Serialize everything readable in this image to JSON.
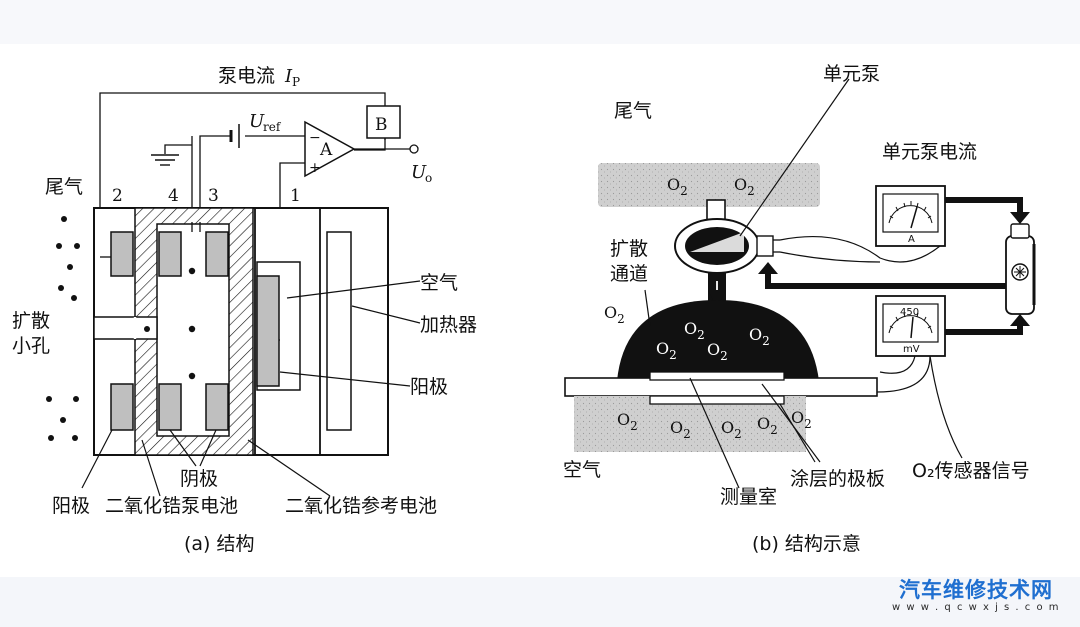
{
  "left_panel": {
    "pump_current": "泵电流",
    "ip_symbol": "I",
    "ip_sub": "P",
    "uref_symbol": "U",
    "uref_sub": "ref",
    "uo_symbol": "U",
    "uo_sub": "o",
    "amp_label": "A",
    "amp_minus": "−",
    "amp_plus": "+",
    "box_b": "B",
    "exhaust": "尾气",
    "num_2": "2",
    "num_4": "4",
    "num_3": "3",
    "num_1": "1",
    "diffusion_hole_1": "扩散",
    "diffusion_hole_2": "小孔",
    "air": "空气",
    "heater": "加热器",
    "anode_right": "阳极",
    "cathode": "阴极",
    "anode_left": "阳极",
    "zro2_pump": "二氧化锆泵电池",
    "zro2_ref": "二氧化锆参考电池",
    "caption": "(a) 结构"
  },
  "right_panel": {
    "unit_pump": "单元泵",
    "exhaust": "尾气",
    "unit_pump_current": "单元泵电流",
    "diffusion_channel_1": "扩散",
    "diffusion_channel_2": "通道",
    "o2_base": "O",
    "o2_sub": "2",
    "meter_top_unit": "A",
    "meter_bottom_value": "450",
    "meter_bottom_unit": "mV",
    "air": "空气",
    "measuring_chamber": "测量室",
    "coated_plate": "涂层的极板",
    "sensor_signal": "O₂传感器信号",
    "caption": "(b) 结构示意"
  },
  "watermark": {
    "main": "汽车维修技术网",
    "url": "w w w . q c w x j s . c o m"
  },
  "colors": {
    "ink": "#111111",
    "gray_fill": "#bfbfbf",
    "gas_gray": "#cfcfcf",
    "watermark_blue": "#1f6fd0"
  }
}
